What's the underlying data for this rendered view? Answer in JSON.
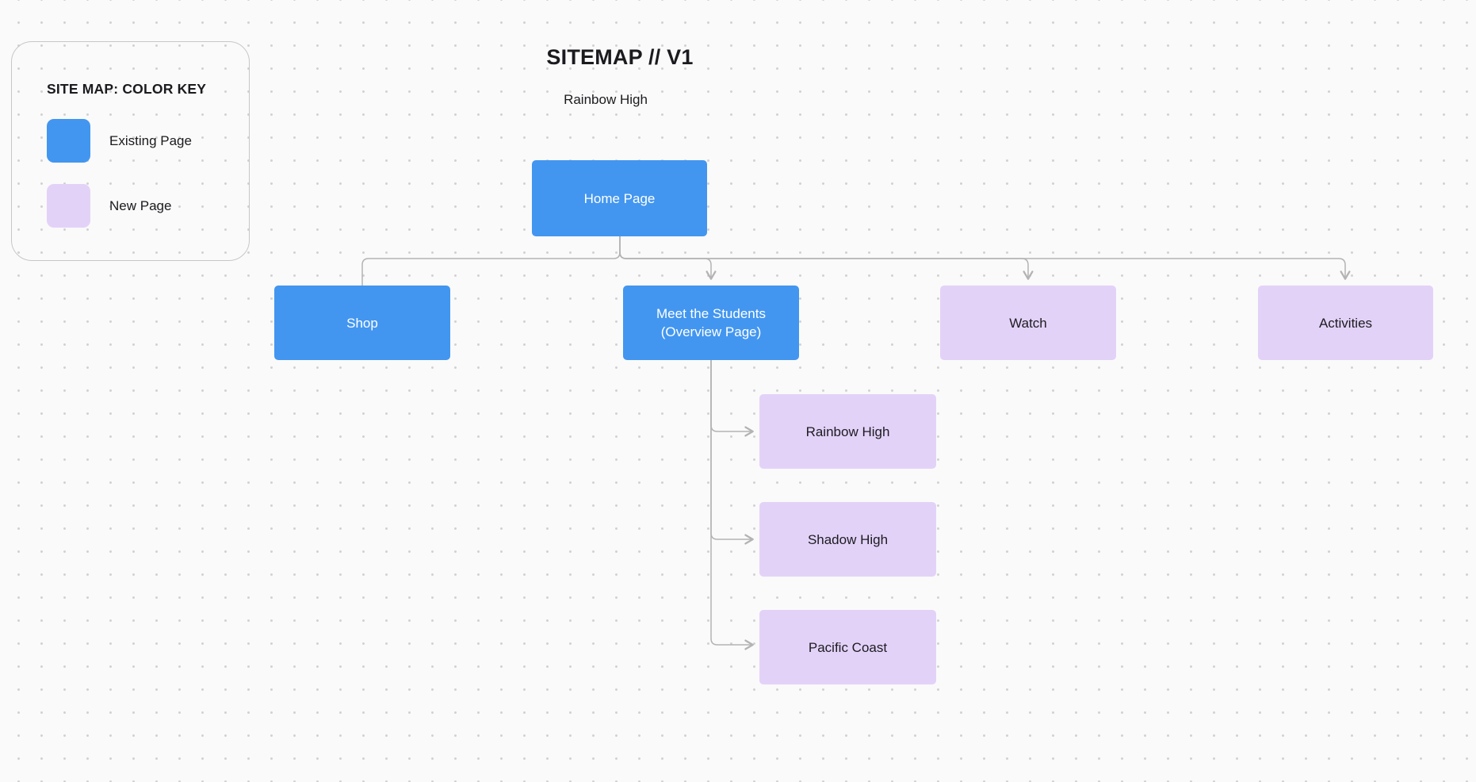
{
  "header": {
    "title": "SITEMAP // V1",
    "subtitle": "Rainbow High"
  },
  "legend": {
    "title": "SITE MAP: COLOR KEY",
    "items": [
      {
        "label": "Existing Page",
        "color": "#4296f0"
      },
      {
        "label": "New Page",
        "color": "#e3d2f8"
      }
    ]
  },
  "nodes": {
    "home": {
      "label": "Home Page",
      "type": "existing"
    },
    "shop": {
      "label": "Shop",
      "type": "existing"
    },
    "meet": {
      "label": "Meet the Students",
      "label2": "(Overview Page)",
      "type": "existing"
    },
    "watch": {
      "label": "Watch",
      "type": "new"
    },
    "activities": {
      "label": "Activities",
      "type": "new"
    },
    "rainbow": {
      "label": "Rainbow High",
      "type": "new"
    },
    "shadow": {
      "label": "Shadow High",
      "type": "new"
    },
    "pacific": {
      "label": "Pacific Coast",
      "type": "new"
    }
  },
  "colors": {
    "existing_page": "#4296f0",
    "new_page": "#e3d2f8",
    "connector": "#b3b3b3",
    "canvas_background": "#fafafa",
    "dot_grid": "#d2d2d2",
    "text_dark": "#1b1b1f",
    "text_on_blue": "#ffffff"
  }
}
